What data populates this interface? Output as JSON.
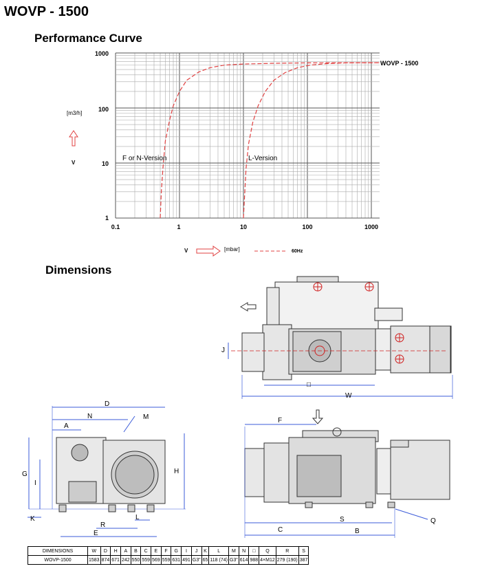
{
  "header": {
    "model_title": "WOVP - 1500",
    "performance_title": "Performance Curve",
    "dimensions_title": "Dimensions"
  },
  "chart_data": {
    "type": "line",
    "title": "",
    "model_label": "WOVP - 1500",
    "xscale": "log",
    "yscale": "log",
    "xlim": [
      0.1,
      1000
    ],
    "ylim": [
      1,
      1000
    ],
    "x_ticks": [
      "0.1",
      "1",
      "10",
      "100",
      "1000"
    ],
    "y_ticks": [
      "1",
      "10",
      "100",
      "1000"
    ],
    "ylabel_unit": "[m3/h]",
    "ylabel_symbol": "V",
    "xlabel_symbol": "V",
    "xlabel_unit": "[mbar]",
    "legend_label": "60Hz",
    "grid": true,
    "series": [
      {
        "name": "F or N-Version",
        "x": [
          0.5,
          0.52,
          0.55,
          0.6,
          0.7,
          0.8,
          1,
          1.3,
          2,
          3,
          5,
          10,
          30,
          100,
          300,
          1000
        ],
        "y": [
          1,
          3,
          8,
          25,
          60,
          110,
          200,
          320,
          450,
          540,
          600,
          630,
          650,
          660,
          665,
          665
        ]
      },
      {
        "name": "L-Version",
        "x": [
          10,
          10.5,
          11,
          12,
          14,
          17,
          22,
          30,
          45,
          70,
          110,
          200,
          400,
          1000
        ],
        "y": [
          1,
          3,
          8,
          22,
          55,
          110,
          200,
          320,
          440,
          540,
          600,
          640,
          660,
          665
        ]
      }
    ]
  },
  "drawing_labels": {
    "D": "D",
    "N": "N",
    "A": "A",
    "M": "M",
    "G": "G",
    "I": "I",
    "H": "H",
    "K": "K",
    "R": "R",
    "L": "L",
    "E": "E",
    "F": "F",
    "C": "C",
    "S": "S",
    "B": "B",
    "Q": "Q",
    "J": "J",
    "O": "□",
    "W": "W"
  },
  "table": {
    "headers": [
      "DIMENSIONS",
      "W",
      "D",
      "H",
      "A",
      "B",
      "C",
      "E",
      "F",
      "G",
      "I",
      "J",
      "K",
      "L",
      "M",
      "N",
      "□",
      "Q",
      "R",
      "S"
    ],
    "rows": [
      [
        "WOVP-1500",
        "1583",
        "874",
        "671",
        "242",
        "550",
        "559",
        "569",
        "559",
        "631",
        "491",
        "G3\"",
        "65",
        "118 (74)",
        "G3\"",
        "614",
        "988",
        "4×M12",
        "279 (190)",
        "387"
      ]
    ]
  }
}
